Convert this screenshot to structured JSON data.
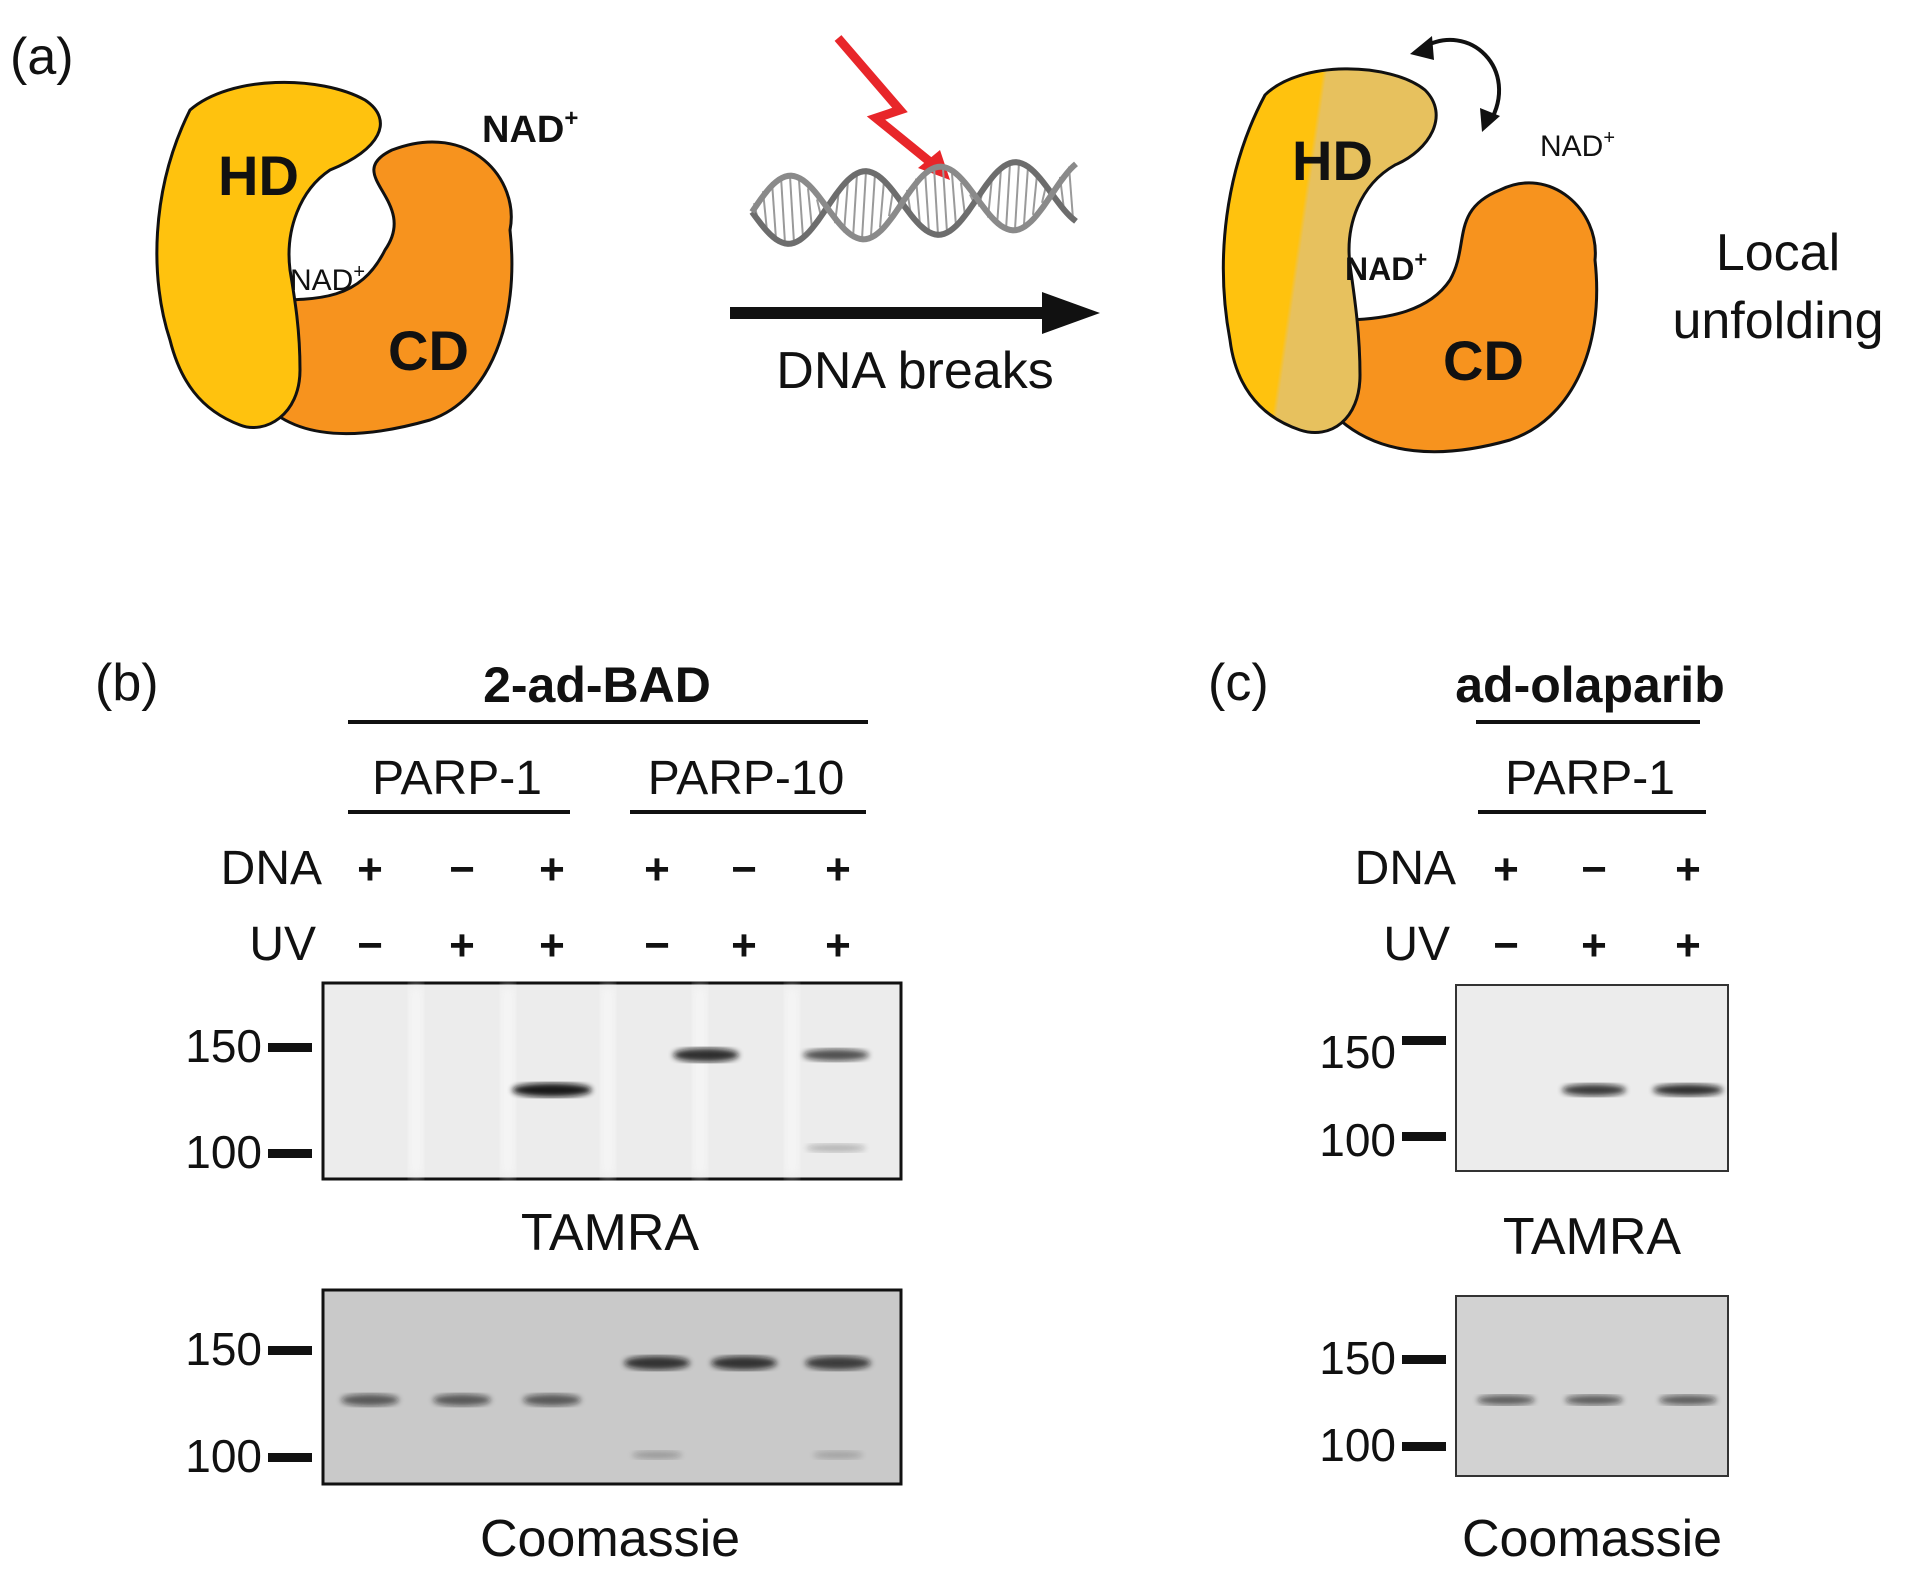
{
  "panel_a": {
    "letter": "(a)",
    "left_protein": {
      "hd": "HD",
      "cd": "CD",
      "nad_outside": "NAD",
      "nad_pocket": "NAD",
      "plus": "+"
    },
    "arrow_label": "DNA breaks",
    "right_protein": {
      "hd": "HD",
      "cd": "CD",
      "nad_outside": "NAD",
      "nad_pocket": "NAD",
      "plus": "+"
    },
    "unfolding_line1": "Local",
    "unfolding_line2": "unfolding"
  },
  "panel_b": {
    "letter": "(b)",
    "probe": "2-ad-BAD",
    "protein_groups": [
      "PARP-1",
      "PARP-10"
    ],
    "row_dna_label": "DNA",
    "row_uv_label": "UV",
    "dna_signs": [
      "+",
      "−",
      "+",
      "+",
      "−",
      "+"
    ],
    "uv_signs": [
      "−",
      "+",
      "+",
      "−",
      "+",
      "+"
    ],
    "tamra_markers": [
      "150",
      "100"
    ],
    "tamra_label": "TAMRA",
    "coomassie_markers": [
      "150",
      "100"
    ],
    "coomassie_label": "Coomassie"
  },
  "panel_c": {
    "letter": "(c)",
    "probe": "ad-olaparib",
    "protein_groups": [
      "PARP-1"
    ],
    "row_dna_label": "DNA",
    "row_uv_label": "UV",
    "dna_signs": [
      "+",
      "−",
      "+"
    ],
    "uv_signs": [
      "−",
      "+",
      "+"
    ],
    "tamra_markers": [
      "150",
      "100"
    ],
    "tamra_label": "TAMRA",
    "coomassie_markers": [
      "150",
      "100"
    ],
    "coomassie_label": "Coomassie"
  },
  "colors": {
    "hd_yellow": "#FFC20E",
    "hd_unfolded": "#E7C15E",
    "cd_orange": "#F7931E",
    "lightning_red": "#E8262A",
    "gel_tamra_bg": "#ececec",
    "gel_coomassie_bg": "#c9c9c9"
  }
}
